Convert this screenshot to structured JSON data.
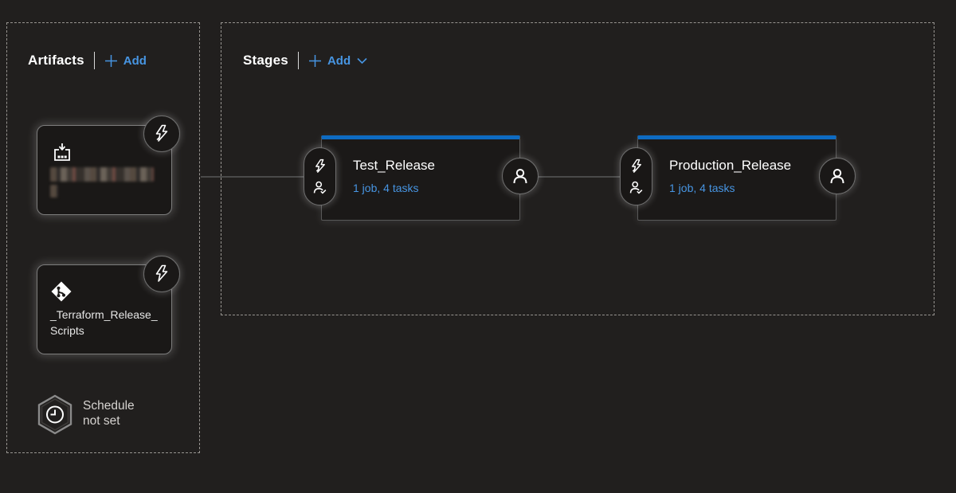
{
  "artifacts_panel": {
    "title": "Artifacts",
    "add_label": "Add",
    "artifacts": [
      {
        "kind": "build-artifact",
        "name_redacted": true
      },
      {
        "kind": "git-repository",
        "name": "_Terraform_Release_Scripts"
      }
    ],
    "schedule": {
      "line1": "Schedule",
      "line2": "not set"
    }
  },
  "stages_panel": {
    "title": "Stages",
    "add_label": "Add",
    "stages": [
      {
        "name": "Test_Release",
        "summary": "1 job, 4 tasks"
      },
      {
        "name": "Production_Release",
        "summary": "1 job, 4 tasks"
      }
    ]
  },
  "colors": {
    "background": "#211f1e",
    "link_blue": "#4795e2",
    "stage_top_bar": "#0e6bc2",
    "connector_gray": "#4a4a4a"
  }
}
